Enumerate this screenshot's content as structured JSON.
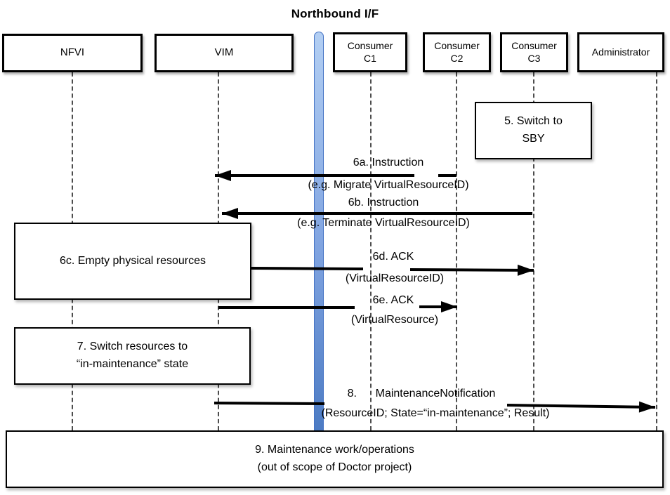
{
  "title": "Northbound I/F",
  "colors": {
    "interface_bar_top": "#b3cff3",
    "interface_bar_bottom": "#4c7bc3",
    "interface_bar_border": "#4472c4",
    "line_color": "#000000"
  },
  "actors": [
    {
      "label": "NFVI"
    },
    {
      "label": "VIM"
    },
    {
      "line1": "Consumer",
      "line2": "C1"
    },
    {
      "line1": "Consumer",
      "line2": "C2"
    },
    {
      "line1": "Consumer",
      "line2": "C3"
    },
    {
      "label": "Administrator"
    }
  ],
  "activity_boxes": [
    {
      "id": "5",
      "line1": "5. Switch to",
      "line2": "SBY"
    },
    {
      "id": "6c",
      "label": "6c. Empty physical resources"
    },
    {
      "id": "7",
      "line1": "7. Switch resources to",
      "line2": "“in-maintenance” state"
    },
    {
      "id": "9",
      "line1": "9. Maintenance work/operations",
      "line2": "(out of scope of Doctor project)"
    }
  ],
  "messages": [
    {
      "id": "6a",
      "line1": "6a. Instruction",
      "line2": "(e.g. Migrate VirtualResourceID)",
      "from": "Consumer C2",
      "to": "VIM"
    },
    {
      "id": "6b",
      "line1": "6b. Instruction",
      "line2": "(e.g. Terminate VirtualResourceID)",
      "from": "Consumer C3",
      "to": "VIM"
    },
    {
      "id": "6d",
      "line1": "6d. ACK",
      "line2": "(VirtualResourceID)",
      "from": "VIM",
      "to": "Consumer C3"
    },
    {
      "id": "6e",
      "line1": "6e. ACK",
      "line2": "(VirtualResource)",
      "from": "VIM",
      "to": "Consumer C2"
    },
    {
      "id": "8",
      "line1": "8.      MaintenanceNotification",
      "line2": "(ResourceID; State=“in-maintenance”; Result)",
      "from": "VIM",
      "to": "Administrator"
    }
  ]
}
